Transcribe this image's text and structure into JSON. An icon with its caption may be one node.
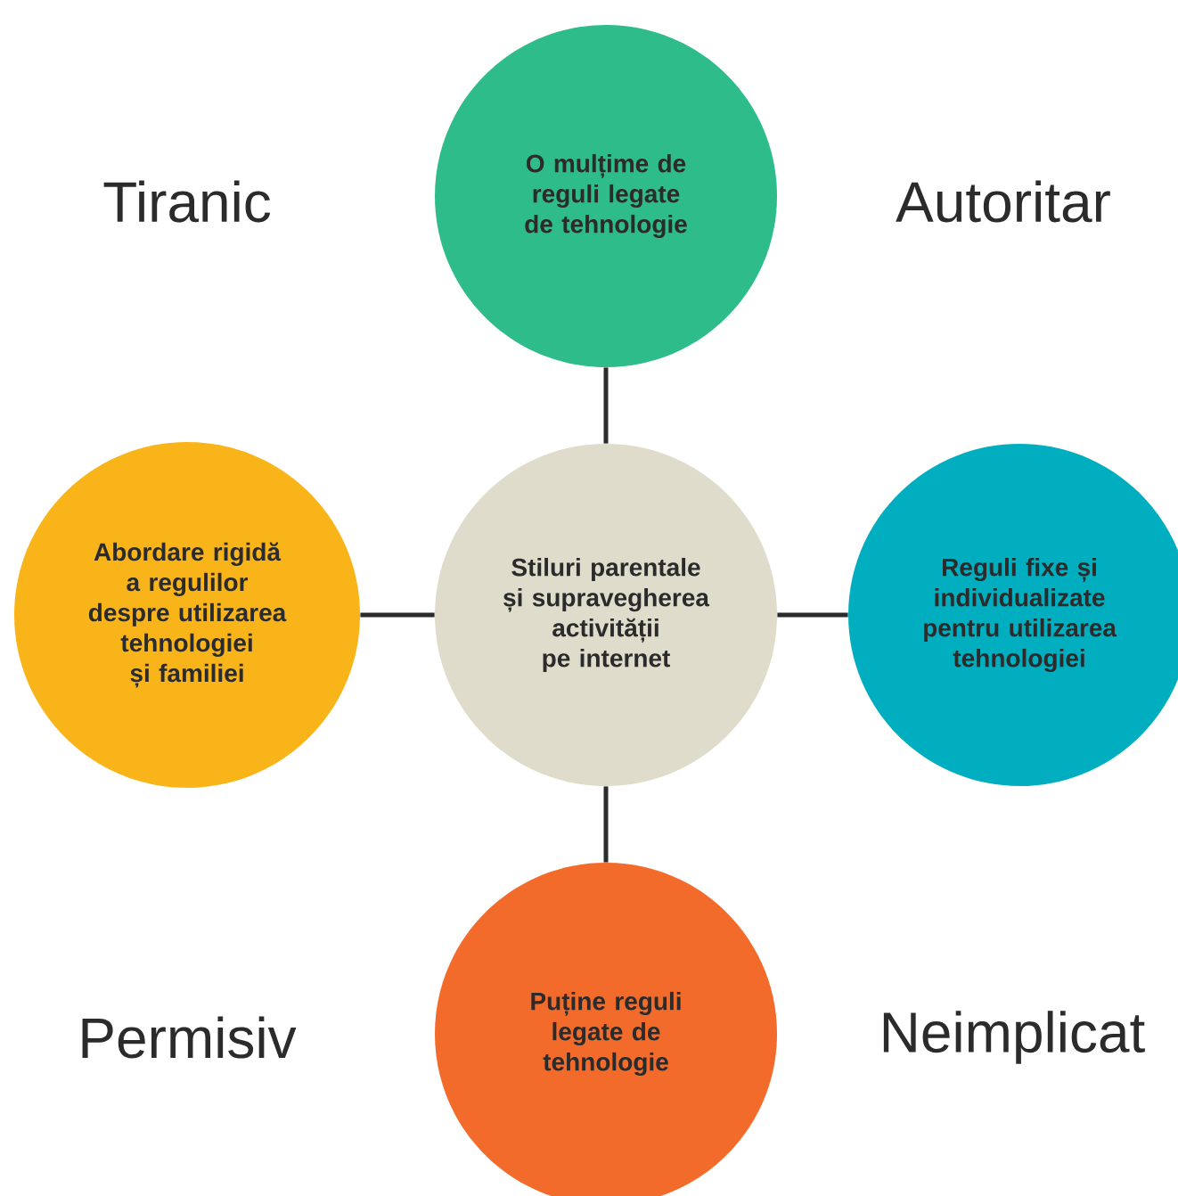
{
  "diagram": {
    "nodes": [
      {
        "text": [
          "O mulțime de reguli legate de tehnologie"
        ]
      },
      {
        "text": [
          "Abordare rigidă a regulilor despre utilizarea tehnologiei și familiei"
        ]
      },
      {
        "text": [
          "Stiluri parentale și supravegherea activității pe internet"
        ]
      },
      {
        "text": [
          "Reguli fixe și individualizate pentru utilizarea tehnologiei"
        ]
      },
      {
        "text": [
          "Puține reguli legate de tehnologie"
        ]
      }
    ],
    "edges": [
      {
        "from": 2,
        "to": 0,
        "arrow": "none"
      },
      {
        "from": 2,
        "to": 1,
        "arrow": "none"
      },
      {
        "from": 2,
        "to": 3,
        "arrow": "none"
      },
      {
        "from": 2,
        "to": 4,
        "arrow": "none"
      }
    ],
    "labels": [
      "Tiranic",
      "Autoritar",
      "Permisiv",
      "Neimplicat"
    ]
  }
}
